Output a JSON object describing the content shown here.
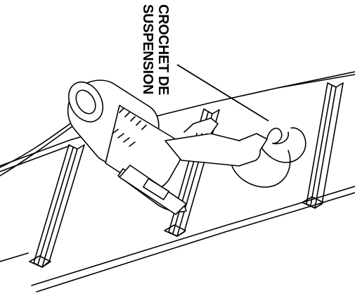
{
  "callout": {
    "line1": "CROCHET DE",
    "line2": "SUSPENSION"
  },
  "illustration": {
    "subject": "heat-gun-hanging-on-hook",
    "style": "black-line-art",
    "ink_color": "#000000",
    "paper_color": "#ffffff"
  }
}
